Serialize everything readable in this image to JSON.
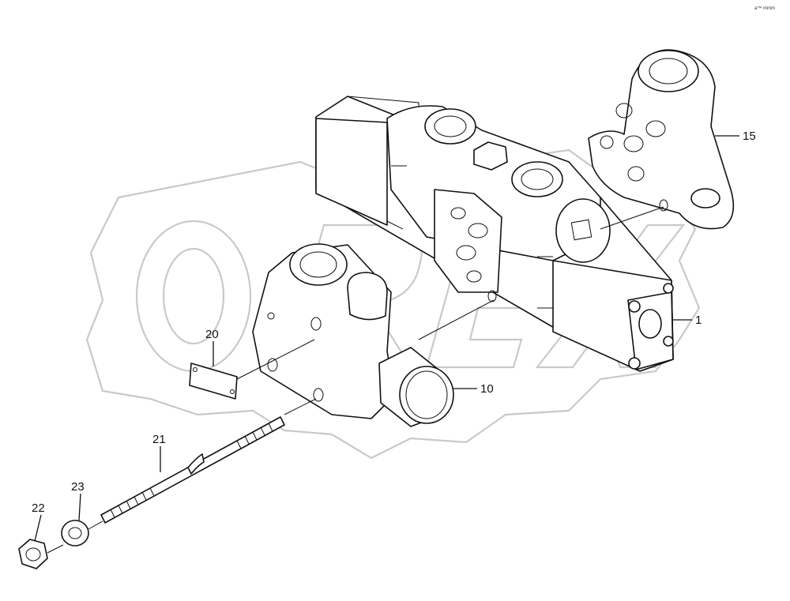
{
  "corner_mark": "a™ mmm",
  "watermark": "OREX",
  "callouts": [
    {
      "id": "1",
      "label": "1"
    },
    {
      "id": "10",
      "label": "10"
    },
    {
      "id": "15",
      "label": "15"
    },
    {
      "id": "20",
      "label": "20"
    },
    {
      "id": "21",
      "label": "21"
    },
    {
      "id": "22",
      "label": "22"
    },
    {
      "id": "23",
      "label": "23"
    }
  ]
}
